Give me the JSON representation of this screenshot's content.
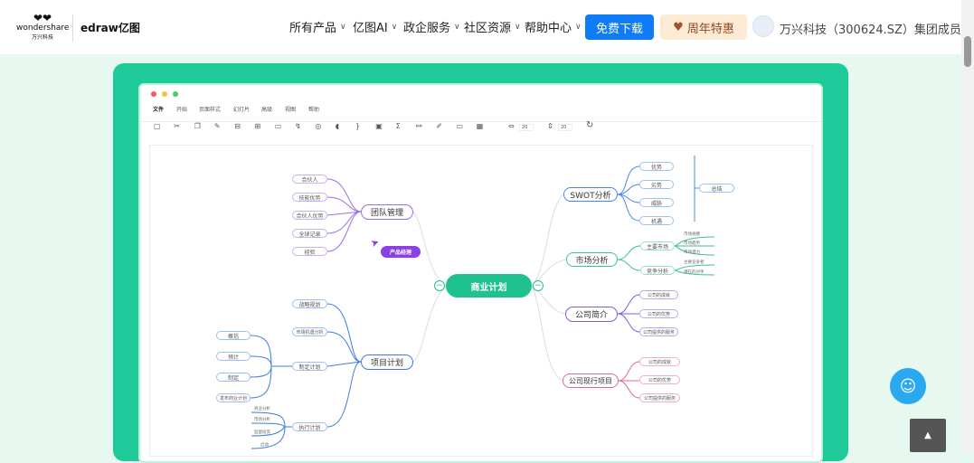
{
  "header": {
    "brand_wordmark": "wondershare",
    "brand_sub": "万兴科技",
    "product_logo": "edraw亿图",
    "nav": [
      {
        "label": "所有产品"
      },
      {
        "label": "亿图AI"
      },
      {
        "label": "政企服务"
      },
      {
        "label": "社区资源"
      },
      {
        "label": "帮助中心"
      }
    ],
    "download_label": "免费下载",
    "promo_label": "周年特惠",
    "group_text": "万兴科技（300624.SZ）集团成员"
  },
  "app": {
    "menu": [
      "文件",
      "开始",
      "页面样式",
      "幻灯片",
      "高级",
      "视图",
      "帮助"
    ],
    "spacing_h": "20",
    "spacing_v": "20"
  },
  "mindmap": {
    "root": "商业计划",
    "team": {
      "label": "团队管理",
      "children": [
        "合伙人",
        "技能优势",
        "合伙人优势",
        "全球记录",
        "经验"
      ],
      "tag": "产品经理"
    },
    "swot": {
      "label": "SWOT分析",
      "children": [
        "优势",
        "劣势",
        "威胁",
        "机遇"
      ],
      "summary": "总结"
    },
    "market": {
      "label": "市场分析",
      "children": [
        {
          "label": "主要市场",
          "sub": [
            "市场规模",
            "市场趋势",
            "市场潜力"
          ]
        },
        {
          "label": "竞争分析",
          "sub": [
            "主要竞争者",
            "潜在的对手"
          ]
        }
      ]
    },
    "intro": {
      "label": "公司简介",
      "children": [
        "公司的成就",
        "公司的优势",
        "公司提供的服务"
      ]
    },
    "current": {
      "label": "公司现行项目",
      "children": [
        "公司的成就",
        "公司的优势",
        "公司提供的服务"
      ]
    },
    "plan": {
      "label": "项目计划",
      "children": [
        "战略规划",
        "市场机遇分析",
        "制定计划",
        "执行计划"
      ],
      "make": [
        "概括",
        "预计",
        "制定",
        "发布商业计划"
      ],
      "exec": [
        "商业分析",
        "市场分析",
        "监督投资",
        "启动"
      ]
    }
  },
  "colors": {
    "accent": "#0f7bf7",
    "frame": "#1ec99a",
    "root": "#1fc18f",
    "team": "#9b6fe0",
    "swot": "#4a86e8",
    "market": "#37c29a",
    "intro": "#7d5ce0",
    "current": "#e06a8a",
    "plan": "#3e7be0"
  }
}
